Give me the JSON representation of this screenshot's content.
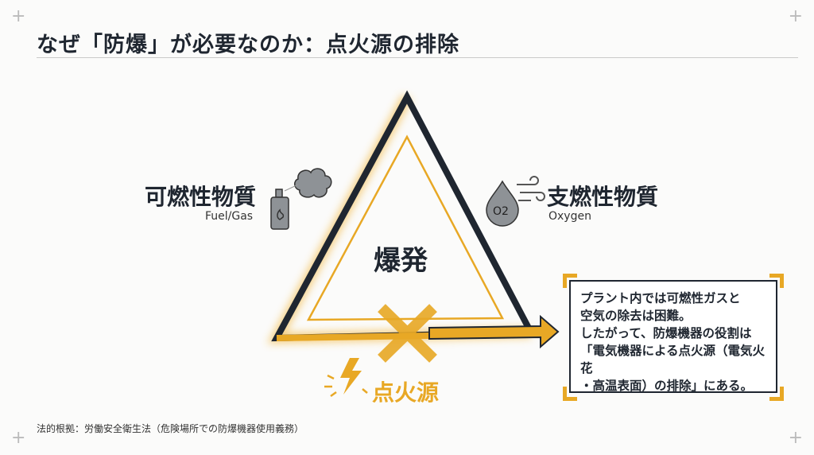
{
  "title": "なぜ「防爆」が必要なのか：点火源の排除",
  "fuel": {
    "label": "可燃性物質",
    "sub": "Fuel/Gas"
  },
  "oxygen": {
    "label": "支燃性物質",
    "sub": "Oxygen",
    "icon_text": "O2"
  },
  "center": "爆発",
  "ignition": "点火源",
  "note": [
    "プラント内では可燃性ガスと",
    "空気の除去は困難。",
    "したがって、防爆機器の役割は",
    "「電気機器による点火源（電気火花",
    "・高温表面）の排除」にある。"
  ],
  "footer": "法的根拠：労働安全衛生法（危険場所での防爆機器使用義務）",
  "colors": {
    "dark": "#1f2630",
    "accent": "#e8a825",
    "gray": "#8e9296"
  }
}
